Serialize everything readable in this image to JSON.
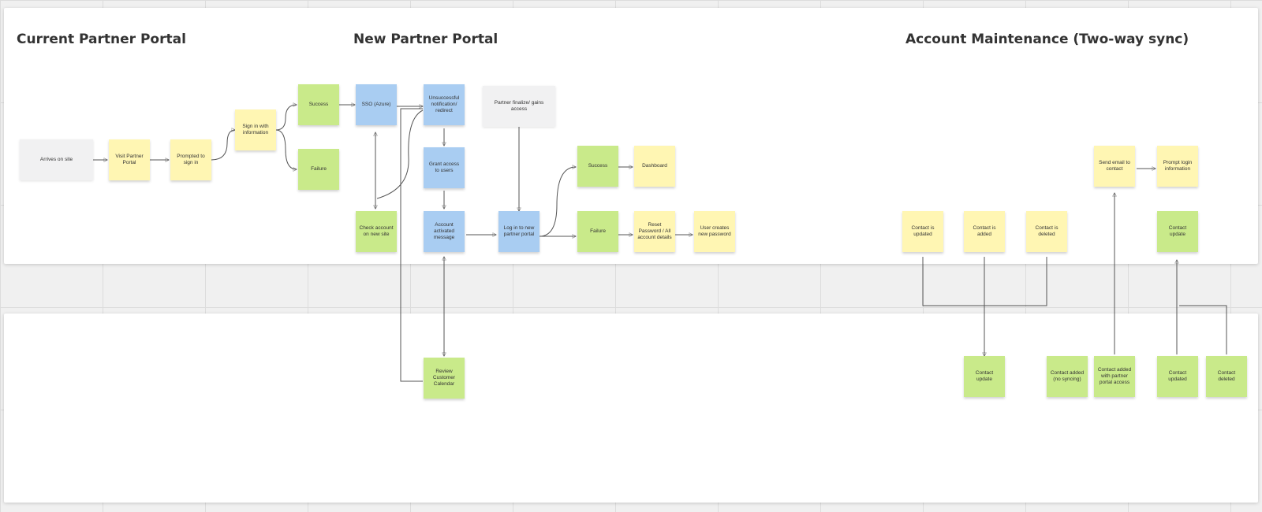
{
  "sections": {
    "current": "Current Partner Portal",
    "new": "New Partner Portal",
    "account": "Account Maintenance (Two-way sync)"
  },
  "notes": {
    "arrives": "Arrives on site",
    "visit_portal": "Visit Partner Portal",
    "prompted_signin": "Prompted to sign in",
    "sign_in_info": "Sign in with information",
    "success_1": "Success",
    "failure_1": "Failure",
    "sso": "SSO (Azure)",
    "unsuccessful": "Unsuccessful notification/ redirect",
    "check_account": "Check account on new site",
    "grant_access": "Grant access to users",
    "account_activated": "Account activated message",
    "review_calendar": "Review Customer Calendar",
    "partner_finalize": "Partner finalize/ gains access",
    "log_in": "Log in to new partner portal",
    "success_2": "Success",
    "failure_2": "Failure",
    "dashboard": "Dashboard",
    "reset_password": "Reset Password / All account details",
    "user_creates": "User creates new password",
    "contact_updated": "Contact is updated",
    "contact_added": "Contact is added",
    "contact_deleted": "Contact is deleted",
    "send_email": "Send email to contact",
    "prompt_login": "Prompt login information",
    "contact_update_top": "Contact update",
    "contact_update_b1": "Contact update",
    "contact_added_sync": "Contact added (no syncing)",
    "contact_added_email": "Contact added with partner portal access",
    "contact_updated_b": "Contact updated",
    "contact_deleted_b": "Contact deleted"
  }
}
